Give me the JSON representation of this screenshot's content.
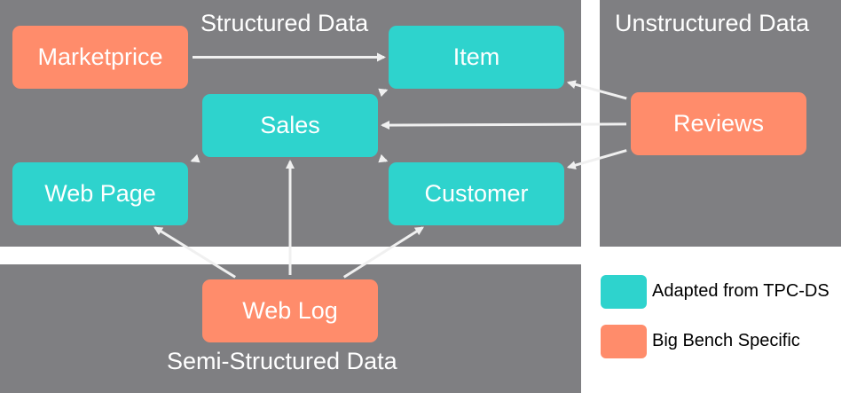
{
  "regions": {
    "structured": "Structured Data",
    "unstructured": "Unstructured Data",
    "semi_structured": "Semi-Structured Data"
  },
  "nodes": {
    "marketprice": "Marketprice",
    "item": "Item",
    "sales": "Sales",
    "web_page": "Web Page",
    "customer": "Customer",
    "reviews": "Reviews",
    "web_log": "Web Log"
  },
  "legend": {
    "adapted": "Adapted from TPC-DS",
    "specific": "Big Bench Specific"
  },
  "colors": {
    "adapted": "#2ed3cd",
    "specific": "#ff8c6b",
    "region": "#7f7f82",
    "edge": "#f0f0f0"
  },
  "edges": [
    {
      "from": "marketprice",
      "to": "item"
    },
    {
      "from": "sales",
      "to": "item"
    },
    {
      "from": "sales",
      "to": "web_page"
    },
    {
      "from": "sales",
      "to": "customer"
    },
    {
      "from": "reviews",
      "to": "item"
    },
    {
      "from": "reviews",
      "to": "sales"
    },
    {
      "from": "reviews",
      "to": "customer"
    },
    {
      "from": "web_log",
      "to": "web_page"
    },
    {
      "from": "web_log",
      "to": "sales"
    },
    {
      "from": "web_log",
      "to": "customer"
    }
  ]
}
